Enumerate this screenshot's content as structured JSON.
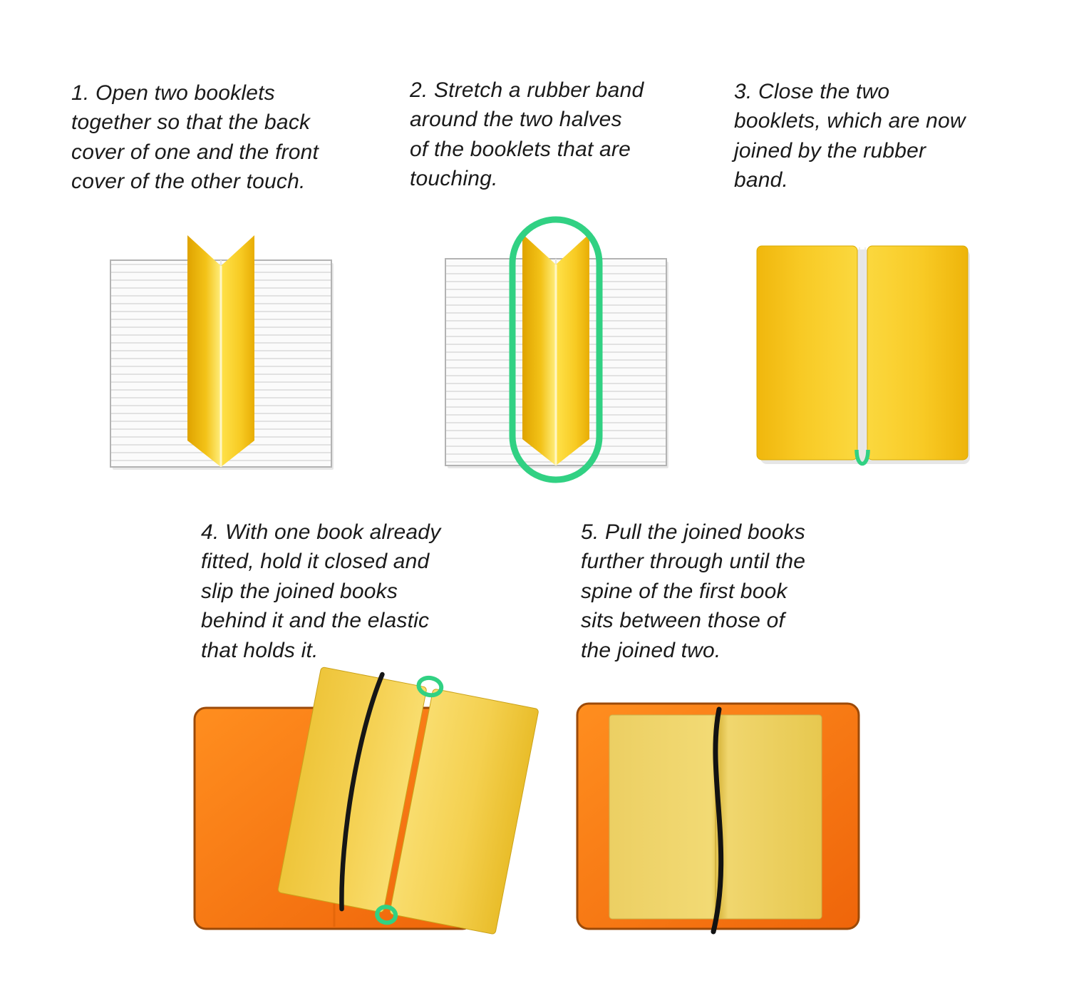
{
  "steps": [
    {
      "number": 1,
      "text": "1. Open two booklets\ntogether so that the back\ncover of one and the front\ncover of the other touch."
    },
    {
      "number": 2,
      "text": "2. Stretch a rubber band\naround the two halves\nof the booklets that are\ntouching."
    },
    {
      "number": 3,
      "text": "3. Close the two\nbooklets, which are now\njoined by the rubber\nband."
    },
    {
      "number": 4,
      "text": "4. With one book already\nfitted, hold it closed and\nslip the joined books\nbehind it and the elastic\nthat holds it."
    },
    {
      "number": 5,
      "text": "5. Pull the joined books\nfurther through until the\nspine of the first book\nsits between those of\nthe joined two."
    }
  ],
  "colors": {
    "booklet_yellow": "#F6C71E",
    "booklet_yellow_light": "#F2D155",
    "rubber_band_green": "#31D183",
    "book_orange": "#F9730A",
    "elastic_black": "#141414",
    "page_white": "#FBFBFB",
    "page_line_grey": "#DCDCDC",
    "text_black": "#1A1A1A"
  }
}
